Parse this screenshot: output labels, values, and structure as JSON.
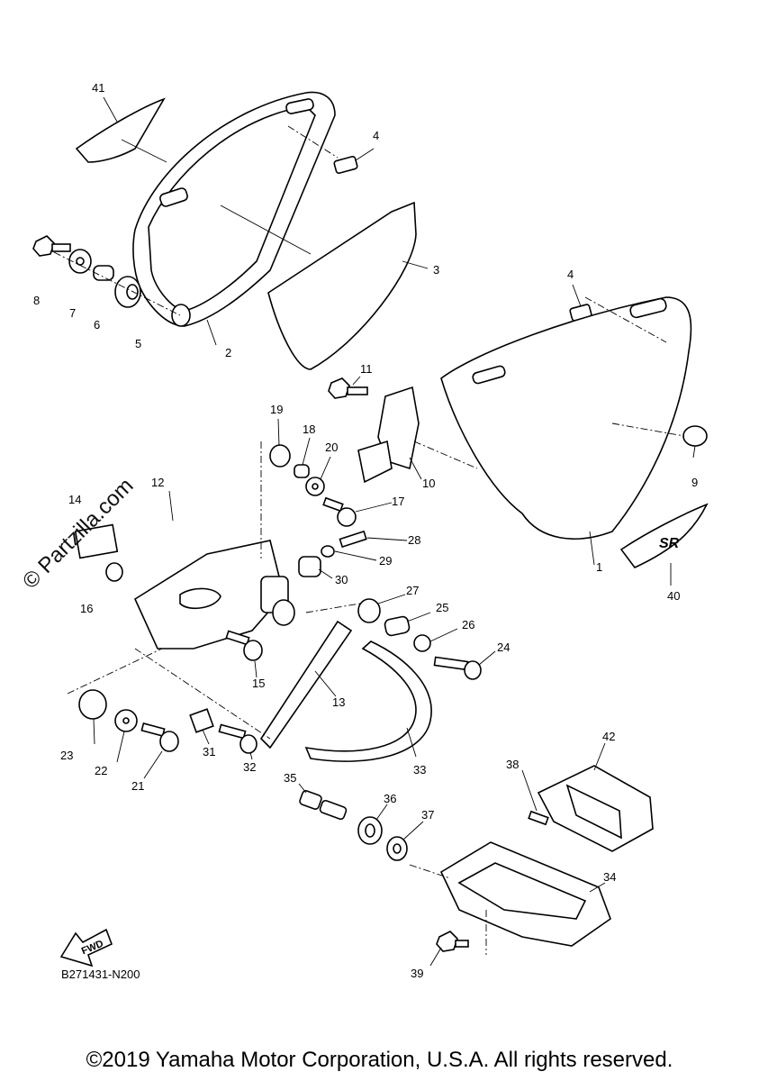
{
  "watermark": "© Partzilla.com",
  "diagram_code": "B271431-N200",
  "fwd_label": "FWD",
  "emblem_text": "SR",
  "copyright": "©2019 Yamaha Motor Corporation, U.S.A. All rights reserved.",
  "callouts": [
    "41",
    "4",
    "8",
    "7",
    "6",
    "5",
    "2",
    "3",
    "4",
    "11",
    "19",
    "18",
    "20",
    "9",
    "10",
    "14",
    "12",
    "17",
    "28",
    "29",
    "1",
    "16",
    "30",
    "27",
    "25",
    "26",
    "40",
    "24",
    "15",
    "13",
    "23",
    "22",
    "21",
    "31",
    "32",
    "33",
    "42",
    "38",
    "35",
    "36",
    "37",
    "34",
    "39"
  ]
}
